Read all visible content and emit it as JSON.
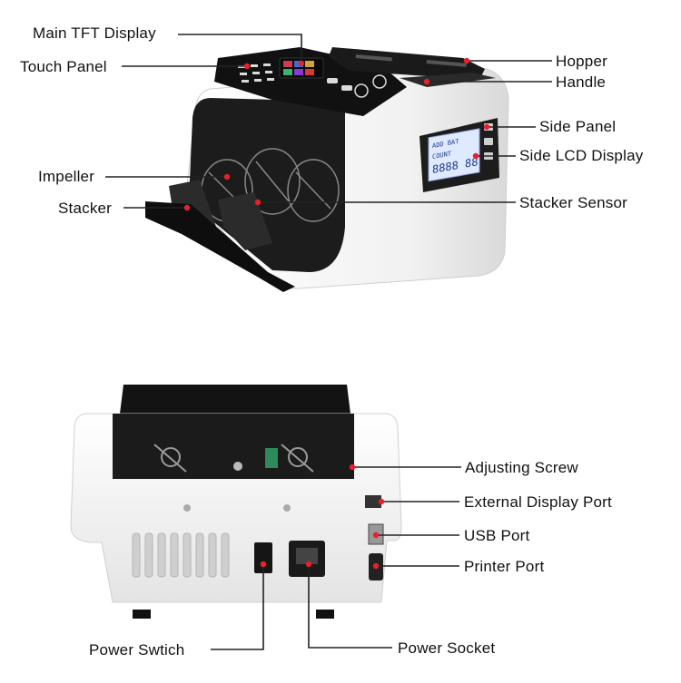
{
  "labels": {
    "main_tft_display": "Main TFT  Display",
    "touch_panel": "Touch Panel",
    "hopper": "Hopper",
    "handle": "Handle",
    "side_panel": "Side Panel",
    "side_lcd_display": "Side LCD Display",
    "impeller": "Impeller",
    "stacker": "Stacker",
    "stacker_sensor": "Stacker Sensor",
    "adjusting_screw": "Adjusting Screw",
    "external_display_port": "External Display Port",
    "usb_port": "USB Port",
    "printer_port": "Printer Port",
    "power_switch": "Power Swtich",
    "power_socket": "Power  Socket"
  },
  "colors": {
    "marker": "#e8202a",
    "leader_line": "#222222",
    "body_white": "#f4f4f4",
    "body_black": "#141414",
    "lcd_blue": "#dfe9ff"
  }
}
